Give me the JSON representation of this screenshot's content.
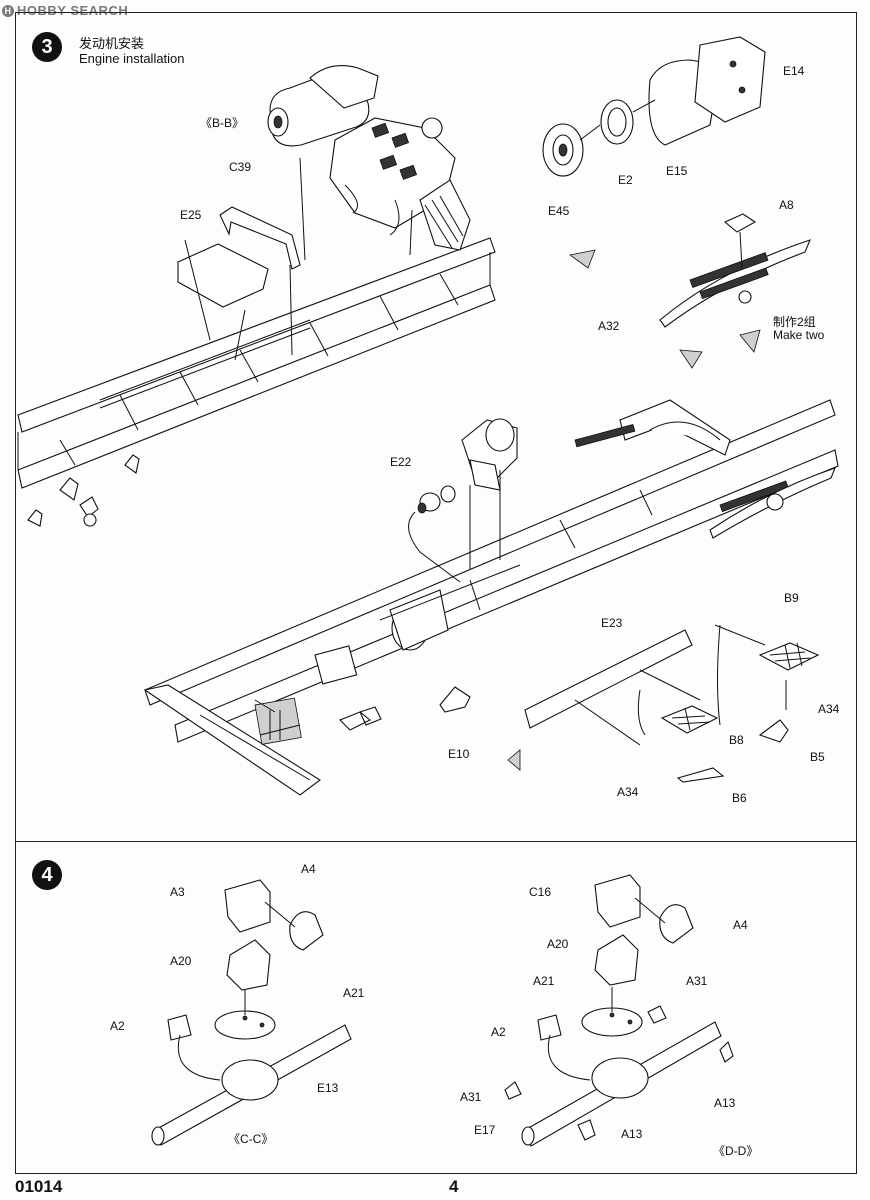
{
  "watermark": {
    "text": "HOBBY SEARCH",
    "badge": "H"
  },
  "step3": {
    "number": "3",
    "title_cn": "发动机安装",
    "title_en": "Engine installation",
    "labels": {
      "bb": "《B-B》",
      "c39": "C39",
      "e25": "E25",
      "e14": "E14",
      "e2": "E2",
      "e15": "E15",
      "e45": "E45",
      "a8": "A8",
      "a32": "A32",
      "make_two_cn": "制作2组",
      "make_two_en": "Make two",
      "e22": "E22",
      "b9": "B9",
      "e23": "E23",
      "a34a": "A34",
      "b8": "B8",
      "b5": "B5",
      "e10": "E10",
      "a34b": "A34",
      "b6": "B6"
    }
  },
  "step4": {
    "number": "4",
    "labels": {
      "a3": "A3",
      "a4": "A4",
      "a20": "A20",
      "a21": "A21",
      "a2": "A2",
      "e13": "E13",
      "cc": "《C-C》",
      "c16": "C16",
      "a4b": "A4",
      "a20b": "A20",
      "a21b": "A21",
      "a31a": "A31",
      "a2b": "A2",
      "a31b": "A31",
      "a13a": "A13",
      "e17": "E17",
      "a13b": "A13",
      "dd": "《D-D》"
    }
  },
  "footer": {
    "code": "01014",
    "page": "4"
  }
}
